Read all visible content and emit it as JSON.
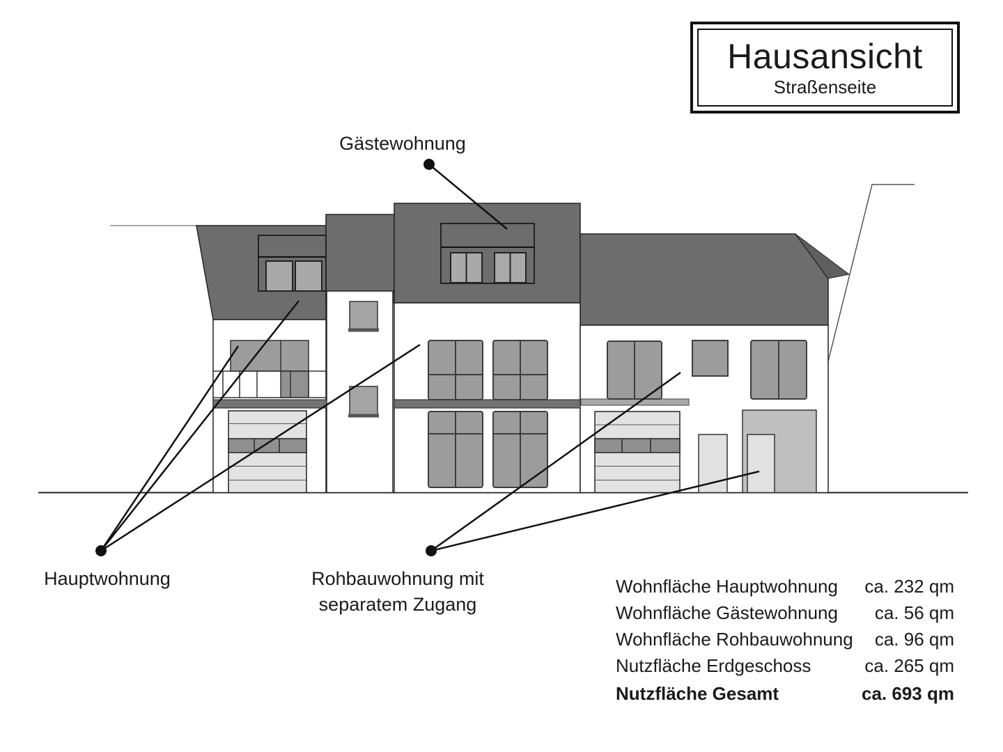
{
  "title_block": {
    "title": "Hausansicht",
    "subtitle": "Straßenseite"
  },
  "callouts": {
    "gaestewohnung": "Gästewohnung",
    "hauptwohnung": "Hauptwohnung",
    "rohbau_line1": "Rohbauwohnung mit",
    "rohbau_line2": "separatem Zugang"
  },
  "area_table": {
    "rows": [
      {
        "label": "Wohnfläche Hauptwohnung",
        "value": "ca. 232 qm"
      },
      {
        "label": "Wohnfläche Gästewohnung",
        "value": "ca. 56 qm"
      },
      {
        "label": "Wohnfläche Rohbauwohnung",
        "value": "ca. 96 qm"
      },
      {
        "label": "Nutzfläche Erdgeschoss",
        "value": "ca. 265 qm"
      },
      {
        "label": "Nutzfläche Gesamt",
        "value": "ca. 693 qm"
      }
    ]
  },
  "colors": {
    "roof": "#6d6d6d",
    "roof_hip": "#5f5f5f",
    "facade": "#ffffff",
    "window": "#9c9c9c",
    "dormer_window": "#a9a9a9",
    "tower_window": "#a5a5a5",
    "balcony_door": "#9c9c9c",
    "balcony_door_dark": "#919191",
    "slab_dark": "#737373",
    "slab_light": "#a9a9a9",
    "garage": "#e2e2e2",
    "garage_band": "#8f8f8f",
    "entrance": "#bfbfbf",
    "entrance_door": "#e1e1e1",
    "ink": "#1a1a1a"
  }
}
